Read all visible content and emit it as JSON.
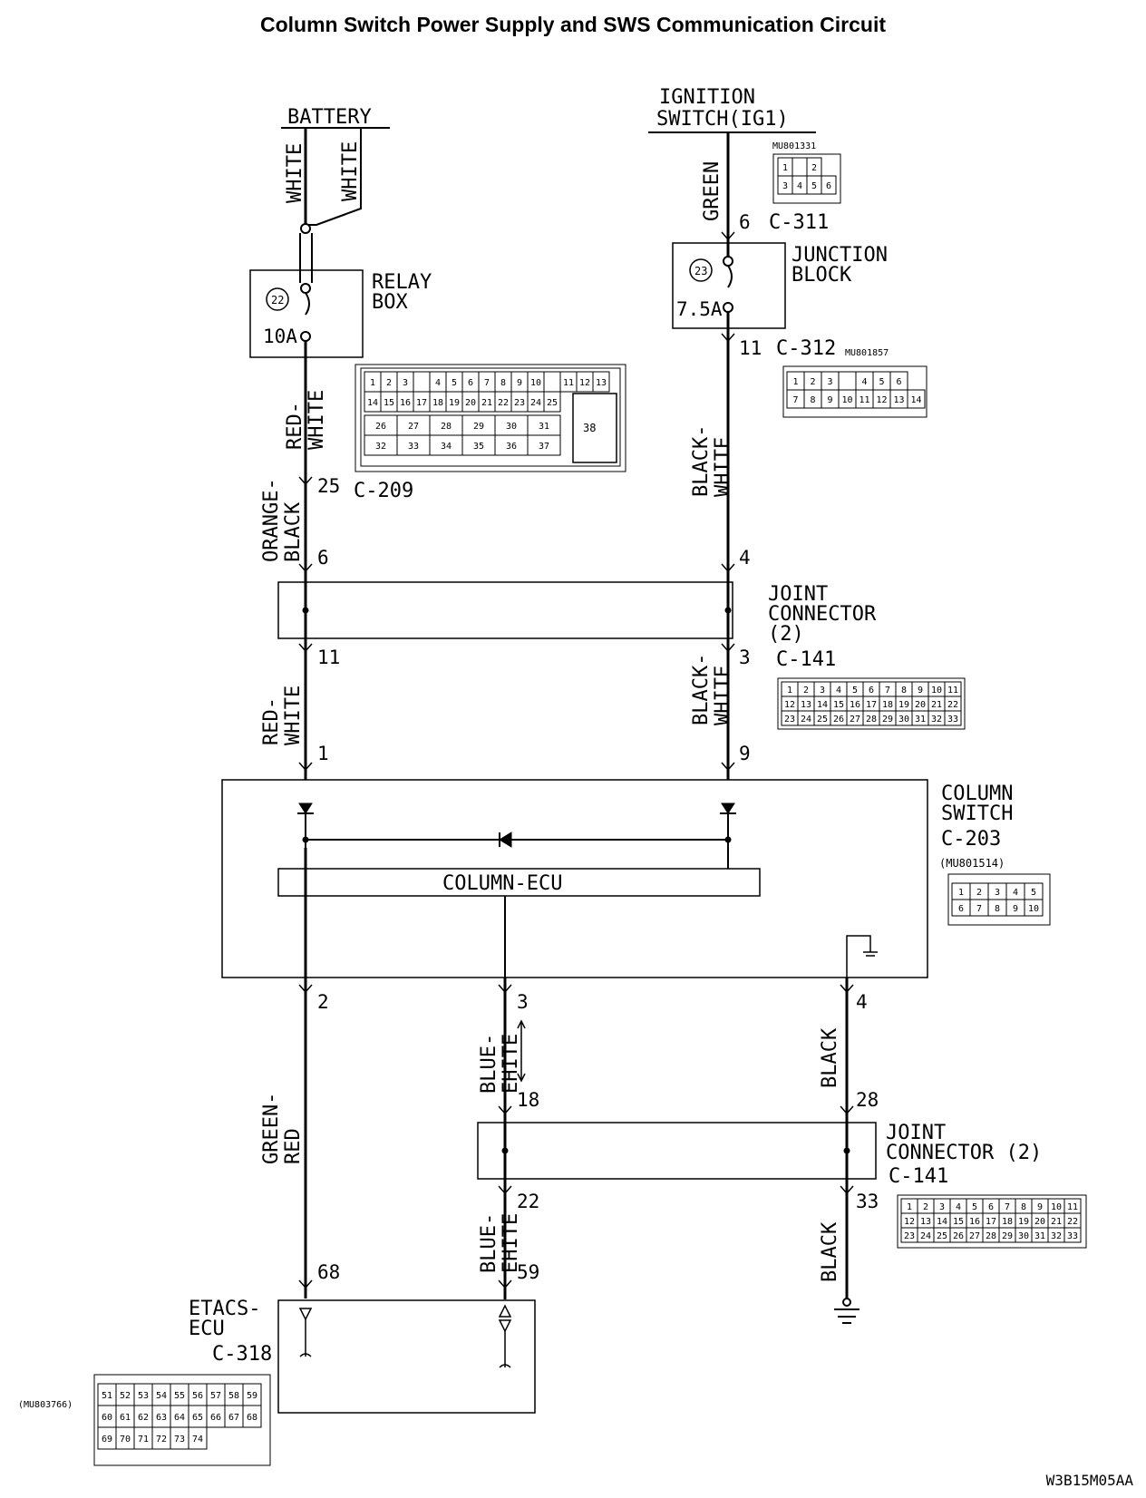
{
  "title": "Column Switch Power Supply and SWS Communication Circuit",
  "diagram_code": "W3B15M05AA",
  "sources": {
    "battery": "BATTERY",
    "ignition_line1": "IGNITION",
    "ignition_line2": "SWITCH(IG1)"
  },
  "wires": {
    "white": "WHITE",
    "green": "GREEN",
    "red_white_1": "RED-",
    "red_white_2": "WHITE",
    "orange_black_1": "ORANGE-",
    "orange_black_2": "BLACK",
    "black_white_1": "BLACK-",
    "black_white_2": "WHITE",
    "green_red_1": "GREEN-",
    "green_red_2": "RED",
    "blue_white_1": "BLUE-",
    "blue_white_2": "EHITE",
    "black": "BLACK"
  },
  "components": {
    "relay_box_1": "RELAY",
    "relay_box_2": "BOX",
    "relay_fuse_no": "22",
    "relay_fuse_amp": "10A",
    "junction_block_1": "JUNCTION",
    "junction_block_2": "BLOCK",
    "jb_fuse_no": "23",
    "jb_fuse_amp": "7.5A",
    "joint_conn_1": "JOINT",
    "joint_conn_2": "CONNECTOR",
    "joint_conn_3": "(2)",
    "joint_conn_b": "CONNECTOR (2)",
    "column_switch_1": "COLUMN",
    "column_switch_2": "SWITCH",
    "column_ecu": "COLUMN-ECU",
    "etacs_1": "ETACS-",
    "etacs_2": "ECU"
  },
  "connectors": {
    "c311": "C-311",
    "c312": "C-312",
    "c209": "C-209",
    "c141": "C-141",
    "c203": "C-203",
    "c318": "C-318",
    "p_mu801331": "MU801331",
    "p_mu801857": "MU801857",
    "p_mu801514": "(MU801514)",
    "p_mu803766": "(MU803766)"
  },
  "pins": {
    "p6a": "6",
    "p11a": "11",
    "p25": "25",
    "p6b": "6",
    "p11b": "11",
    "p1": "1",
    "p4a": "4",
    "p3a": "3",
    "p9": "9",
    "p2": "2",
    "p3b": "3",
    "p4b": "4",
    "p18": "18",
    "p28": "28",
    "p22": "22",
    "p33": "33",
    "p68": "68",
    "p59": "59"
  },
  "conn_c311": [
    [
      "1",
      "",
      "2"
    ],
    [
      "3",
      "4",
      "5",
      "6"
    ]
  ],
  "conn_c312": [
    [
      "1",
      "2",
      "3",
      "",
      "4",
      "5",
      "6"
    ],
    [
      "7",
      "8",
      "9",
      "10",
      "11",
      "12",
      "13",
      "14"
    ]
  ],
  "conn_c209": [
    [
      "1",
      "2",
      "3",
      "",
      "4",
      "5",
      "6",
      "7",
      "8",
      "9",
      "10",
      "",
      "11",
      "12",
      "13"
    ],
    [
      "14",
      "15",
      "16",
      "17",
      "18",
      "19",
      "20",
      "21",
      "22",
      "23",
      "24",
      "25"
    ],
    [
      "26",
      "27",
      "28",
      "29",
      "30",
      "31"
    ],
    [
      "32",
      "33",
      "34",
      "35",
      "36",
      "37"
    ],
    [
      "38"
    ]
  ],
  "conn_c141": [
    [
      "1",
      "2",
      "3",
      "4",
      "5",
      "6",
      "7",
      "8",
      "9",
      "10",
      "11"
    ],
    [
      "12",
      "13",
      "14",
      "15",
      "16",
      "17",
      "18",
      "19",
      "20",
      "21",
      "22"
    ],
    [
      "23",
      "24",
      "25",
      "26",
      "27",
      "28",
      "29",
      "30",
      "31",
      "32",
      "33"
    ]
  ],
  "conn_c203": [
    [
      "1",
      "2",
      "3",
      "4",
      "5"
    ],
    [
      "6",
      "7",
      "8",
      "9",
      "10"
    ]
  ],
  "conn_c318": [
    [
      "51",
      "52",
      "53",
      "54",
      "55",
      "56",
      "57",
      "58",
      "59"
    ],
    [
      "60",
      "61",
      "62",
      "63",
      "64",
      "65",
      "66",
      "67",
      "68"
    ],
    [
      "69",
      "70",
      "71",
      "72",
      "73",
      "74"
    ]
  ]
}
